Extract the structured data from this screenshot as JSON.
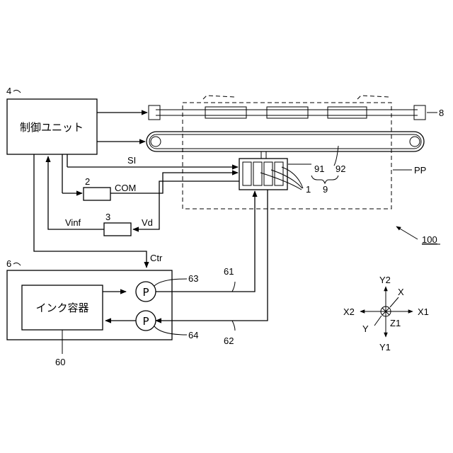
{
  "control_unit": {
    "ref": "4",
    "label": "制御ユニット"
  },
  "com_block": {
    "ref": "2",
    "signal": "COM"
  },
  "detector_block": {
    "ref": "3",
    "signal_out": "Vinf",
    "signal_in": "Vd"
  },
  "signals": {
    "si": "SI",
    "ctr": "Ctr"
  },
  "ink_supply_unit": {
    "ref": "6"
  },
  "ink_container": {
    "ref": "60",
    "label": "インク容器"
  },
  "pumps": [
    {
      "ref": "63",
      "symbol": "P"
    },
    {
      "ref": "64",
      "symbol": "P"
    }
  ],
  "tubes": {
    "supply": "61",
    "return": "62"
  },
  "carriage_rail": {
    "ref": "8"
  },
  "head": {
    "ref": "1"
  },
  "transport": {
    "ref": "9",
    "belt_ref": "92",
    "roller_ref": "91"
  },
  "print_area": {
    "ref": "PP"
  },
  "device": {
    "ref": "100"
  },
  "axes": {
    "y2": "Y2",
    "x": "X",
    "x2": "X2",
    "x1": "X1",
    "y": "Y",
    "z1": "Z1",
    "y1": "Y1"
  }
}
